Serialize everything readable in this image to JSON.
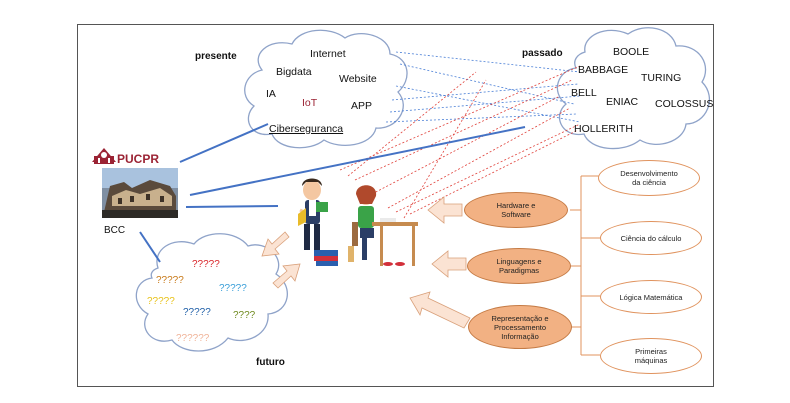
{
  "clouds": {
    "presente": {
      "label": "presente",
      "items": [
        "Internet",
        "Bigdata",
        "Website",
        "IA",
        "IoT",
        "APP",
        "Ciberseguranca"
      ]
    },
    "passado": {
      "label": "passado",
      "items": [
        "BOOLE",
        "BABBAGE",
        "TURING",
        "BELL",
        "ENIAC",
        "COLOSSUS",
        "HOLLERITH"
      ]
    },
    "futuro": {
      "label": "futuro",
      "items": [
        "?????",
        "?????",
        "?????",
        "?????",
        "?????",
        "????",
        "??????"
      ],
      "colors": [
        "#d9262b",
        "#c87a1a",
        "#3a9fd9",
        "#e8c21a",
        "#1f5fa8",
        "#6f8a1f",
        "#f0b49a"
      ]
    }
  },
  "institution": {
    "logo_text": "PUCPR",
    "course": "BCC"
  },
  "topics": [
    {
      "label_1": "Hardware e",
      "label_2": "Software"
    },
    {
      "label_1": "Linguagens e",
      "label_2": "Paradigmas"
    },
    {
      "label_1": "Representação e",
      "label_2": "Processamento",
      "label_3": "Informação"
    }
  ],
  "subjects": [
    {
      "label_1": "Desenvolvimento",
      "label_2": "da ciência"
    },
    {
      "label_1": "Ciência do cálculo"
    },
    {
      "label_1": "Lógica Matemática"
    },
    {
      "label_1": "Primeiras",
      "label_2": "máquinas"
    }
  ],
  "colors": {
    "connector": "#4472c4",
    "dashed_red": "#e0413a",
    "dashed_blue": "#4a7fd6",
    "topic_fill": "#f2b183",
    "arrow_fill": "#fbe3d3"
  }
}
